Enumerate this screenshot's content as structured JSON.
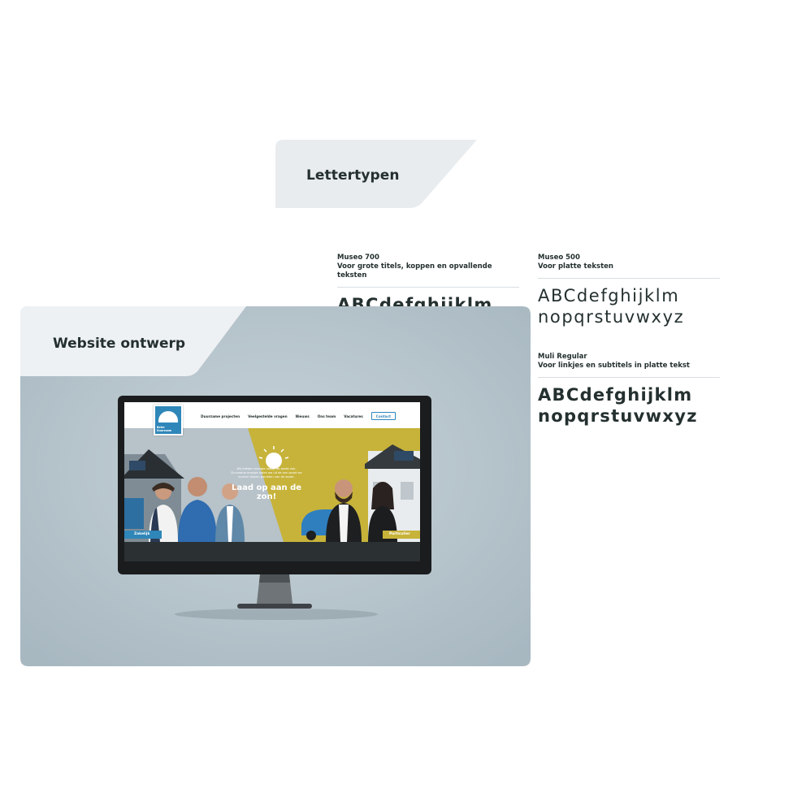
{
  "fonts_section": {
    "title": "Lettertypen",
    "specimens": [
      {
        "name": "Museo 700",
        "description": "Voor grote titels, koppen en opvallende teksten",
        "sample_lines": [
          "ABCdefghijklm"
        ]
      },
      {
        "name": "Museo 500",
        "description": "Voor platte teksten",
        "sample_lines": [
          "ABCdefghijklm",
          "nopqrstuvwxyz"
        ]
      },
      {
        "name": "Muli Regular",
        "description": "Voor linkjes en subtitels in platte tekst",
        "sample_lines": [
          "ABCdefghijklm",
          "nopqrstuvwxyz"
        ]
      }
    ]
  },
  "website_section": {
    "title": "Website ontwerp",
    "site": {
      "brand_lines": [
        "Beter",
        "Duurzaam"
      ],
      "nav": [
        "Duurzame projecten",
        "Veelgestelde vragen",
        "Nieuws",
        "Ons team",
        "Vacatures"
      ],
      "contact_label": "Contact",
      "hero_small": "Wij hebben energie nodig, de aarde ook. Duurzame energie halen we uit de zon zodat we kunnen blijven genieten van de aarde.",
      "hero_big": "Laad op aan de zon!",
      "left_tag": "Zakelijk",
      "right_tag": "Particulier"
    }
  },
  "colors": {
    "panel_bg": "#adbdc6",
    "tab_bg": "#e8ecef",
    "text_dark": "#24302f",
    "brand_blue": "#2f86b9",
    "brand_yellow": "#c7b33a"
  }
}
